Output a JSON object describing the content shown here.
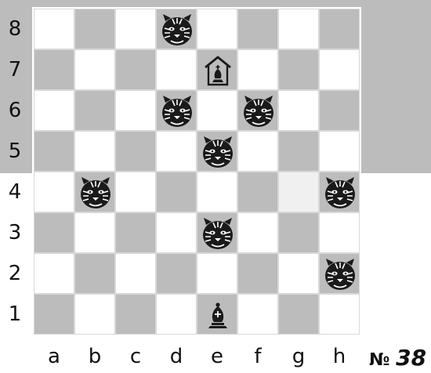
{
  "files": [
    "a",
    "b",
    "c",
    "d",
    "e",
    "f",
    "g",
    "h"
  ],
  "ranks": [
    "8",
    "7",
    "6",
    "5",
    "4",
    "3",
    "2",
    "1"
  ],
  "colors": {
    "light": "#ffffff",
    "dark": "#bcbcbc",
    "highlight": "#f0f0f0",
    "piece": "#1a1a1a"
  },
  "highlight_square": "g4",
  "pieces": [
    {
      "square": "d8",
      "piece": "tiger",
      "icon": "tiger-icon"
    },
    {
      "square": "e7",
      "piece": "king-in-house",
      "icon": "house-king-icon"
    },
    {
      "square": "d6",
      "piece": "tiger",
      "icon": "tiger-icon"
    },
    {
      "square": "f6",
      "piece": "tiger",
      "icon": "tiger-icon"
    },
    {
      "square": "e5",
      "piece": "tiger",
      "icon": "tiger-icon"
    },
    {
      "square": "b4",
      "piece": "tiger",
      "icon": "tiger-icon"
    },
    {
      "square": "h4",
      "piece": "tiger",
      "icon": "tiger-icon"
    },
    {
      "square": "e3",
      "piece": "tiger",
      "icon": "tiger-icon"
    },
    {
      "square": "h2",
      "piece": "tiger",
      "icon": "tiger-icon"
    },
    {
      "square": "e1",
      "piece": "bishop",
      "icon": "bishop-icon"
    }
  ],
  "puzzle": {
    "number_sign": "№",
    "number": "38"
  }
}
